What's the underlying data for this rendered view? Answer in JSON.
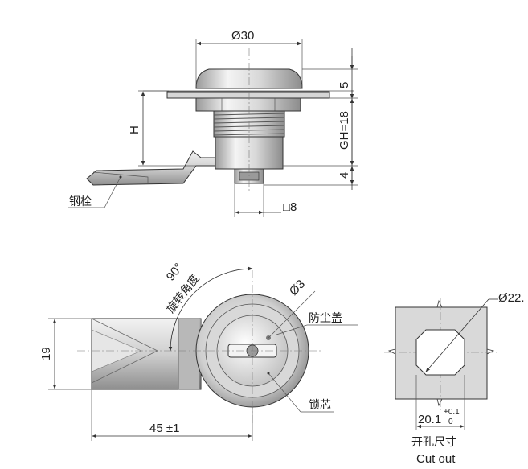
{
  "top_view": {
    "dia_30": "Ø30",
    "dim_h": "H",
    "dim_5": "5",
    "dim_gh": "GH=18",
    "dim_4": "4",
    "square_8": "□8",
    "label_steel_bolt": "钢栓"
  },
  "front_view": {
    "angle_90": "90°",
    "label_rotation": "旋转角度",
    "dia_3": "Ø3",
    "label_dust_cover": "防尘盖",
    "dim_19": "19",
    "dim_45": "45 ±1",
    "label_lock_core": "锁芯"
  },
  "cutout": {
    "dia_22": "Ø22.",
    "dim_20_1": "20.1",
    "tol_plus": "+0.1",
    "tol_zero": "0",
    "title_cn": "开孔尺寸",
    "title_en": "Cut out"
  },
  "colors": {
    "metal_light": "#f0f0f0",
    "metal_mid": "#c8c8c8",
    "metal_dark": "#8a8a8a",
    "plate_gray": "#d6d6d6",
    "line": "#333333"
  }
}
